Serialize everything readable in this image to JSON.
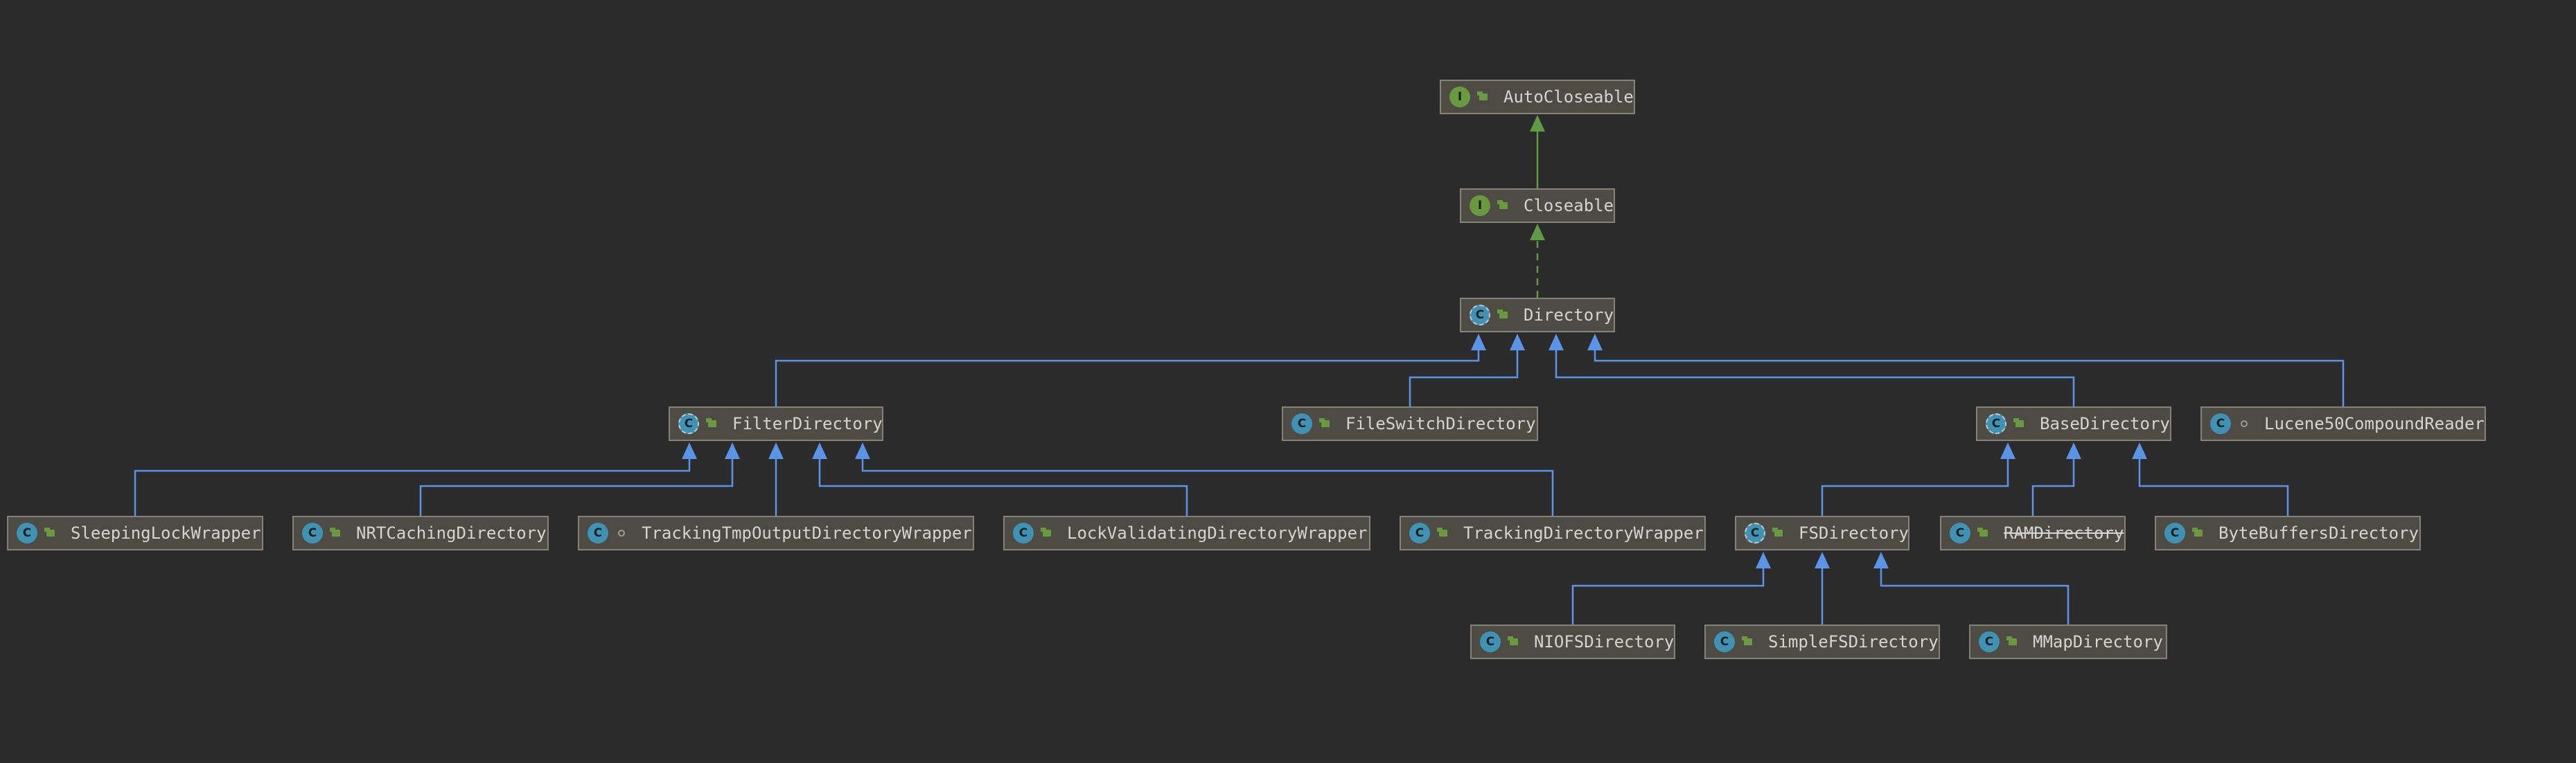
{
  "diagram": {
    "nodes": [
      {
        "id": "AutoCloseable",
        "label": "AutoCloseable",
        "kind": "interface",
        "kind_letter": "I",
        "visibility": "public"
      },
      {
        "id": "Closeable",
        "label": "Closeable",
        "kind": "interface",
        "kind_letter": "I",
        "visibility": "public"
      },
      {
        "id": "Directory",
        "label": "Directory",
        "kind": "abstract-class",
        "kind_letter": "C",
        "visibility": "public"
      },
      {
        "id": "FilterDirectory",
        "label": "FilterDirectory",
        "kind": "abstract-class",
        "kind_letter": "C",
        "visibility": "public"
      },
      {
        "id": "FileSwitchDirectory",
        "label": "FileSwitchDirectory",
        "kind": "class",
        "kind_letter": "C",
        "visibility": "public"
      },
      {
        "id": "BaseDirectory",
        "label": "BaseDirectory",
        "kind": "abstract-class",
        "kind_letter": "C",
        "visibility": "public"
      },
      {
        "id": "Lucene50CompoundReader",
        "label": "Lucene50CompoundReader",
        "kind": "class",
        "kind_letter": "C",
        "visibility": "package"
      },
      {
        "id": "SleepingLockWrapper",
        "label": "SleepingLockWrapper",
        "kind": "class",
        "kind_letter": "C",
        "visibility": "public"
      },
      {
        "id": "NRTCachingDirectory",
        "label": "NRTCachingDirectory",
        "kind": "class",
        "kind_letter": "C",
        "visibility": "public"
      },
      {
        "id": "TrackingTmpOutputDirectoryWrapper",
        "label": "TrackingTmpOutputDirectoryWrapper",
        "kind": "class",
        "kind_letter": "C",
        "visibility": "package"
      },
      {
        "id": "LockValidatingDirectoryWrapper",
        "label": "LockValidatingDirectoryWrapper",
        "kind": "class",
        "kind_letter": "C",
        "visibility": "public"
      },
      {
        "id": "TrackingDirectoryWrapper",
        "label": "TrackingDirectoryWrapper",
        "kind": "class",
        "kind_letter": "C",
        "visibility": "public"
      },
      {
        "id": "FSDirectory",
        "label": "FSDirectory",
        "kind": "abstract-class",
        "kind_letter": "C",
        "visibility": "public"
      },
      {
        "id": "RAMDirectory",
        "label": "RAMDirectory",
        "kind": "class",
        "kind_letter": "C",
        "visibility": "public",
        "deprecated": true
      },
      {
        "id": "ByteBuffersDirectory",
        "label": "ByteBuffersDirectory",
        "kind": "class",
        "kind_letter": "C",
        "visibility": "public"
      },
      {
        "id": "NIOFSDirectory",
        "label": "NIOFSDirectory",
        "kind": "class",
        "kind_letter": "C",
        "visibility": "public"
      },
      {
        "id": "SimpleFSDirectory",
        "label": "SimpleFSDirectory",
        "kind": "class",
        "kind_letter": "C",
        "visibility": "public"
      },
      {
        "id": "MMapDirectory",
        "label": "MMapDirectory",
        "kind": "class",
        "kind_letter": "C",
        "visibility": "public"
      }
    ],
    "edges": [
      {
        "from": "Closeable",
        "to": "AutoCloseable",
        "type": "extends-interface"
      },
      {
        "from": "Directory",
        "to": "Closeable",
        "type": "implements"
      },
      {
        "from": "FilterDirectory",
        "to": "Directory",
        "type": "extends"
      },
      {
        "from": "FileSwitchDirectory",
        "to": "Directory",
        "type": "extends"
      },
      {
        "from": "BaseDirectory",
        "to": "Directory",
        "type": "extends"
      },
      {
        "from": "Lucene50CompoundReader",
        "to": "Directory",
        "type": "extends"
      },
      {
        "from": "SleepingLockWrapper",
        "to": "FilterDirectory",
        "type": "extends"
      },
      {
        "from": "NRTCachingDirectory",
        "to": "FilterDirectory",
        "type": "extends"
      },
      {
        "from": "TrackingTmpOutputDirectoryWrapper",
        "to": "FilterDirectory",
        "type": "extends"
      },
      {
        "from": "LockValidatingDirectoryWrapper",
        "to": "FilterDirectory",
        "type": "extends"
      },
      {
        "from": "TrackingDirectoryWrapper",
        "to": "FilterDirectory",
        "type": "extends"
      },
      {
        "from": "FSDirectory",
        "to": "BaseDirectory",
        "type": "extends"
      },
      {
        "from": "RAMDirectory",
        "to": "BaseDirectory",
        "type": "extends"
      },
      {
        "from": "ByteBuffersDirectory",
        "to": "BaseDirectory",
        "type": "extends"
      },
      {
        "from": "NIOFSDirectory",
        "to": "FSDirectory",
        "type": "extends"
      },
      {
        "from": "SimpleFSDirectory",
        "to": "FSDirectory",
        "type": "extends"
      },
      {
        "from": "MMapDirectory",
        "to": "FSDirectory",
        "type": "extends"
      }
    ]
  },
  "colors": {
    "background": "#2b2b2b",
    "node_fill": "#4e4b44",
    "node_border": "#85827a",
    "class_edge": "#5b94e6",
    "interface_edge": "#5f9a45"
  }
}
